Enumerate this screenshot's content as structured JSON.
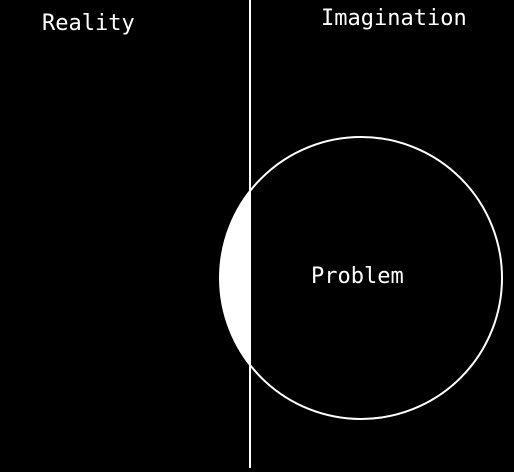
{
  "labels": {
    "reality": "Reality",
    "imagination": "Imagination",
    "problem": "Problem"
  },
  "colors": {
    "background": "#000000",
    "stroke": "#ffffff",
    "fill_overlap": "#ffffff",
    "text": "#ffffff"
  }
}
